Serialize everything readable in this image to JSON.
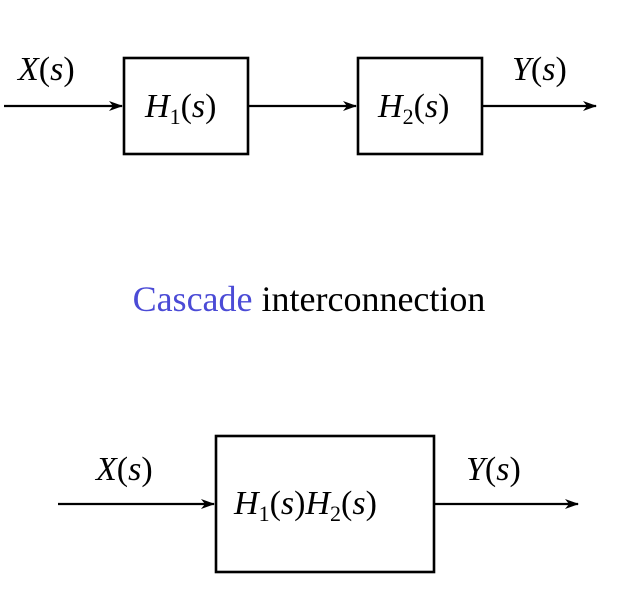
{
  "top": {
    "input": {
      "var": "X",
      "arg": "s"
    },
    "block1": {
      "var": "H",
      "sub": "1",
      "arg": "s"
    },
    "block2": {
      "var": "H",
      "sub": "2",
      "arg": "s"
    },
    "output": {
      "var": "Y",
      "arg": "s"
    }
  },
  "caption": {
    "highlight": "Cascade",
    "rest": " interconnection",
    "highlight_color": "#4b4bd6"
  },
  "bottom": {
    "input": {
      "var": "X",
      "arg": "s"
    },
    "block": {
      "var1": "H",
      "sub1": "1",
      "arg1": "s",
      "var2": "H",
      "sub2": "2",
      "arg2": "s"
    },
    "output": {
      "var": "Y",
      "arg": "s"
    }
  }
}
